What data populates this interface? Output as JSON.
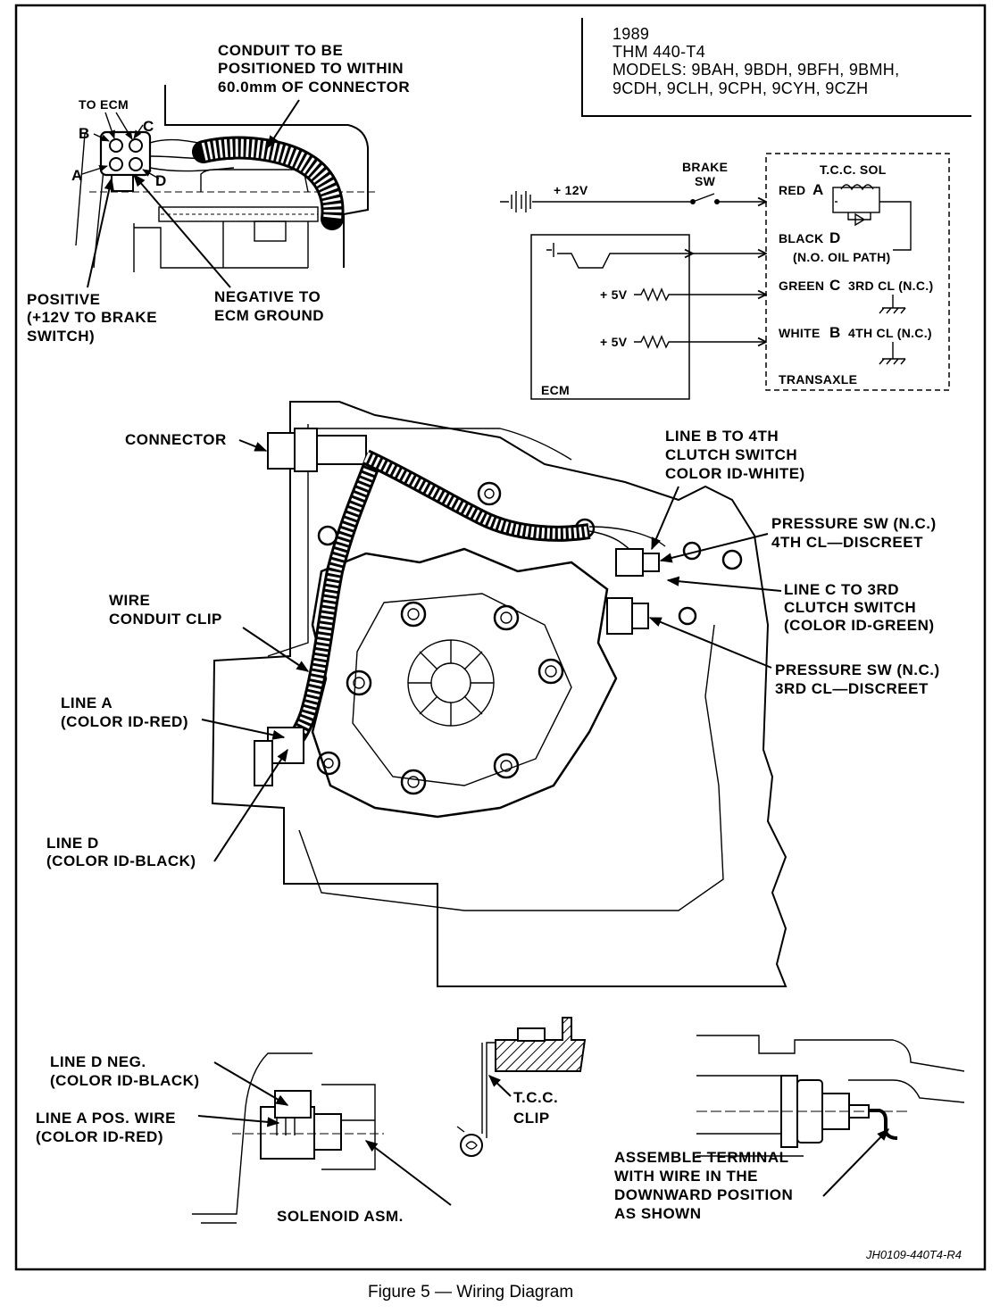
{
  "info_box": {
    "year": "1989",
    "model": "THM 440-T4",
    "models_line1": "MODELS: 9BAH, 9BDH, 9BFH, 9BMH,",
    "models_line2": "9CDH, 9CLH, 9CPH, 9CYH, 9CZH"
  },
  "connector_detail": {
    "conduit_note": [
      "CONDUIT TO BE",
      "POSITIONED TO WITHIN",
      "60.0mm OF CONNECTOR"
    ],
    "to_ecm": "TO ECM",
    "pins": {
      "a": "A",
      "b": "B",
      "c": "C",
      "d": "D"
    },
    "positive": [
      "POSITIVE",
      "(+12V TO BRAKE",
      "SWITCH)"
    ],
    "negative": [
      "NEGATIVE TO",
      "ECM GROUND"
    ]
  },
  "schematic": {
    "v12": "+ 12V",
    "brake_sw": [
      "BRAKE",
      "SW"
    ],
    "tcc_sol": "T.C.C. SOL",
    "red": "RED",
    "red_pin": "A",
    "black": "BLACK",
    "black_pin": "D",
    "no_oil_path": "(N.O. OIL PATH)",
    "v5_1": "+ 5V",
    "v5_2": "+ 5V",
    "green": "GREEN",
    "green_pin": "C",
    "third_cl": "3RD CL (N.C.)",
    "white": "WHITE",
    "white_pin": "B",
    "fourth_cl": "4TH CL (N.C.)",
    "ecm": "ECM",
    "transaxle": "TRANSAXLE"
  },
  "main_view": {
    "connector": "CONNECTOR",
    "line_b": [
      "LINE",
      "B",
      "TO 4TH",
      "CLUTCH SWITCH",
      "COLOR ID-WHITE)"
    ],
    "pressure_sw_4th": [
      "PRESSURE SW (N.C.)",
      "4TH CL—DISCREET"
    ],
    "line_c": [
      "LINE",
      "C",
      "TO 3RD",
      "CLUTCH SWITCH",
      "(COLOR ID-GREEN)"
    ],
    "pressure_sw_3rd": [
      "PRESSURE SW (N.C.)",
      "3RD CL—DISCREET"
    ],
    "wire_clip": [
      "WIRE",
      "CONDUIT CLIP"
    ],
    "line_a": [
      "LINE",
      "A",
      "(COLOR ID-RED)"
    ],
    "line_d": [
      "LINE",
      "D",
      "(COLOR ID-BLACK)"
    ]
  },
  "solenoid_detail": {
    "line_d_neg": [
      "LINE",
      "D",
      "NEG.",
      "(COLOR ID-BLACK)"
    ],
    "line_a_pos": [
      "LINE",
      "A",
      "POS. WIRE",
      "(COLOR ID-RED)"
    ],
    "solenoid_asm": "SOLENOID ASM."
  },
  "clip_detail": {
    "tcc_clip": [
      "T.C.C.",
      "CLIP"
    ]
  },
  "terminal_detail": {
    "note": [
      "ASSEMBLE TERMINAL",
      "WITH WIRE IN THE",
      "DOWNWARD POSITION",
      "AS SHOWN"
    ]
  },
  "reference": "JH0109-440T4-R4",
  "caption": "Figure 5 — Wiring Diagram"
}
